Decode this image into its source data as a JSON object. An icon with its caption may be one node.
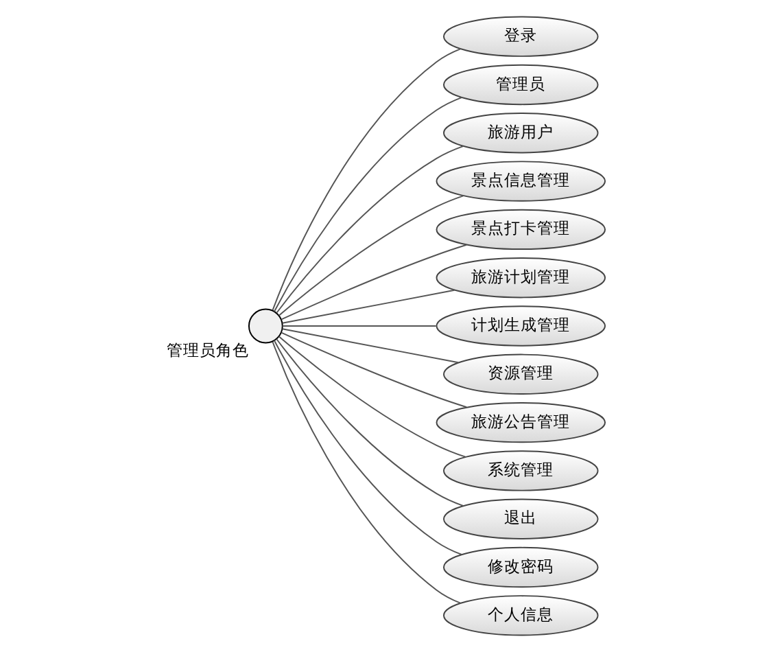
{
  "diagram": {
    "nodes": [
      {
        "text": [],
        "shape": "person",
        "beside": [
          "管理员角色"
        ]
      },
      {
        "text": [
          "登录"
        ]
      },
      {
        "text": [
          "管理员"
        ]
      },
      {
        "text": [
          "旅游用户"
        ]
      },
      {
        "text": [
          "景点信息管理"
        ]
      },
      {
        "text": [
          "景点打卡管理"
        ]
      },
      {
        "text": [
          "旅游计划管理"
        ]
      },
      {
        "text": [
          "计划生成管理"
        ]
      },
      {
        "text": [
          "资源管理"
        ]
      },
      {
        "text": [
          "旅游公告管理"
        ]
      },
      {
        "text": [
          "系统管理"
        ]
      },
      {
        "text": [
          "退出"
        ]
      },
      {
        "text": [
          "修改密码"
        ]
      },
      {
        "text": [
          "个人信息"
        ]
      }
    ],
    "edges": [
      {
        "from": 0,
        "to": 1,
        "arrow": "none"
      },
      {
        "from": 0,
        "to": 2,
        "arrow": "none"
      },
      {
        "from": 0,
        "to": 3,
        "arrow": "none"
      },
      {
        "from": 0,
        "to": 4,
        "arrow": "none"
      },
      {
        "from": 0,
        "to": 5,
        "arrow": "none"
      },
      {
        "from": 0,
        "to": 6,
        "arrow": "none"
      },
      {
        "from": 0,
        "to": 7,
        "arrow": "none"
      },
      {
        "from": 0,
        "to": 8,
        "arrow": "none"
      },
      {
        "from": 0,
        "to": 9,
        "arrow": "none"
      },
      {
        "from": 0,
        "to": 10,
        "arrow": "none"
      },
      {
        "from": 0,
        "to": 11,
        "arrow": "none"
      },
      {
        "from": 0,
        "to": 12,
        "arrow": "none"
      },
      {
        "from": 0,
        "to": 13,
        "arrow": "none"
      }
    ]
  }
}
